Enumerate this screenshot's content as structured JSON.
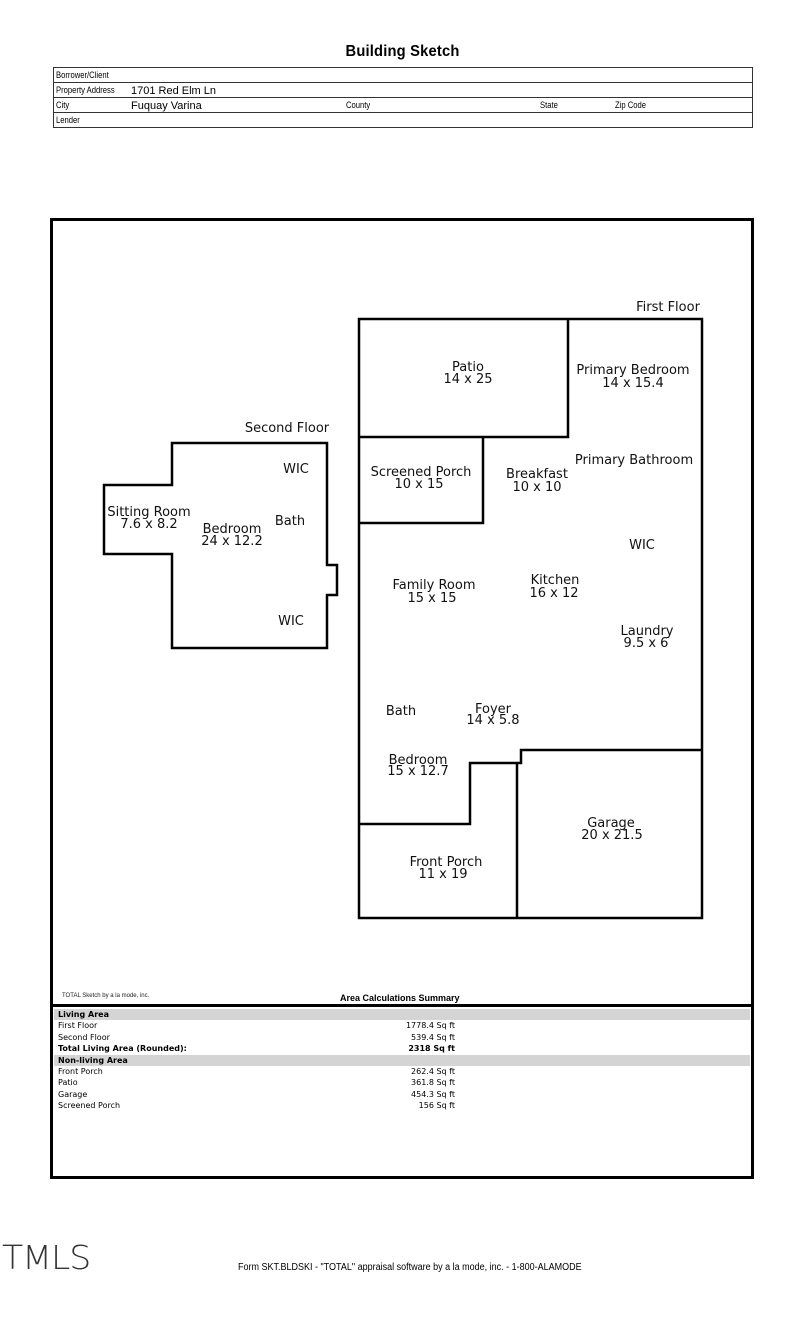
{
  "title": "Building Sketch",
  "info": {
    "borrower_label": "Borrower/Client",
    "borrower_value": "",
    "address_label": "Property Address",
    "address_value": "1701 Red Elm Ln",
    "city_label": "City",
    "city_value": "Fuquay Varina",
    "county_label": "County",
    "state_label": "State",
    "zip_label": "Zip Code",
    "lender_label": "Lender"
  },
  "sketch": {
    "second_floor": {
      "label": "Second Floor",
      "rooms": [
        {
          "name": "Sitting Room",
          "dims": "7.6 x 8.2"
        },
        {
          "name": "Bedroom",
          "dims": "24 x 12.2"
        },
        {
          "name": "WIC",
          "dims": ""
        },
        {
          "name": "Bath",
          "dims": ""
        },
        {
          "name": "WIC",
          "dims": ""
        }
      ]
    },
    "first_floor": {
      "label": "First Floor",
      "rooms": [
        {
          "name": "Patio",
          "dims": "14 x 25"
        },
        {
          "name": "Primary Bedroom",
          "dims": "14 x 15.4"
        },
        {
          "name": "Screened Porch",
          "dims": "10 x 15"
        },
        {
          "name": "Breakfast",
          "dims": "10 x 10"
        },
        {
          "name": "Primary Bathroom",
          "dims": ""
        },
        {
          "name": "WIC",
          "dims": ""
        },
        {
          "name": "Family Room",
          "dims": "15 x 15"
        },
        {
          "name": "Kitchen",
          "dims": "16 x 12"
        },
        {
          "name": "Laundry",
          "dims": "9.5 x 6"
        },
        {
          "name": "Bath",
          "dims": ""
        },
        {
          "name": "Foyer",
          "dims": "14 x 5.8"
        },
        {
          "name": "Bedroom",
          "dims": "15 x 12.7"
        },
        {
          "name": "Garage",
          "dims": "20 x 21.5"
        },
        {
          "name": "Front Porch",
          "dims": "11 x 19"
        }
      ]
    }
  },
  "credit": "TOTAL Sketch by a la mode, inc.",
  "summary": {
    "title": "Area Calculations Summary",
    "living_header": "Living Area",
    "living": [
      {
        "label": "First Floor",
        "value": "1778.4 Sq ft"
      },
      {
        "label": "Second Floor",
        "value": "539.4 Sq ft"
      }
    ],
    "total_label": "Total Living Area (Rounded):",
    "total_value": "2318 Sq ft",
    "nonliving_header": "Non-living Area",
    "nonliving": [
      {
        "label": "Front Porch",
        "value": "262.4 Sq ft"
      },
      {
        "label": "Patio",
        "value": "361.8 Sq ft"
      },
      {
        "label": "Garage",
        "value": "454.3 Sq ft"
      },
      {
        "label": "Screened Porch",
        "value": "156 Sq ft"
      }
    ]
  },
  "watermark": "TMLS",
  "footer": "Form SKT.BLDSKI - \"TOTAL\" appraisal software by a la mode, inc. - 1-800-ALAMODE"
}
